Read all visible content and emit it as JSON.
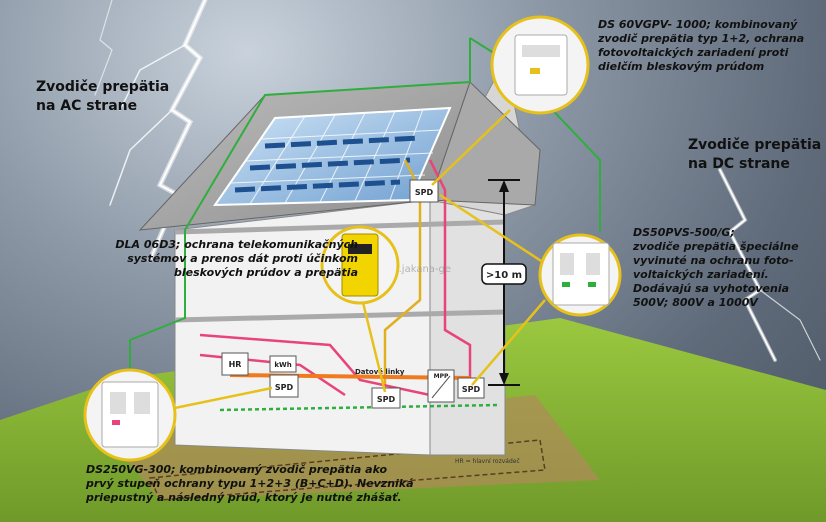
{
  "headings": {
    "ac_side": [
      "Zvodiče prepätia",
      "na AC strane"
    ],
    "dc_side": [
      "Zvodiče prepätia",
      "na DC strane"
    ]
  },
  "captions": {
    "ds60": [
      "DS 60VGPV- 1000; kombinovaný",
      "zvodič prepätia typ 1+2, ochrana",
      "fotovoltaických zariadení proti",
      "dielčím bleskovým prúdom"
    ],
    "dla": [
      "DLA 06D3; ochrana telekomunikačných",
      "systémov a prenos  dát proti účinkom",
      "bleskových prúdov  a prepätia"
    ],
    "ds50": [
      "DS50PVS-500/G;",
      "zvodiče prepätia špeciálne",
      "vyvinuté na ochranu foto-",
      "voltaických zariadení.",
      "Dodávajú sa vyhotovenia",
      "500V; 800V a 1000V"
    ],
    "ds250": [
      "DS250VG-300; kombinovaný zvodič prepätia ako",
      "prvý stupeň ochrany typu 1+2+3 (B+C+D). Nevzniká",
      "priepustný a následný prúd, ktorý je nutné zhášať."
    ]
  },
  "labels": {
    "spd": "SPD",
    "hr": "HR",
    "kwh": "kWh",
    "height": ">10 m",
    "data_lines": "Datové linky",
    "mpp": "MPP",
    "legend": "HR = hlavní rozvádeč",
    "watermark": "www.jakana-ge"
  },
  "icons": {
    "lightning": "lightning-bolt-icon",
    "solar": "solar-panel-icon",
    "device": "surge-protector-device-icon"
  },
  "colors": {
    "ground_wire": "#2fae3e",
    "signal_line": "#e8447a",
    "power_line": "#e0b020",
    "data_line": "#f07a1e",
    "pointer": "#e7c11b"
  }
}
